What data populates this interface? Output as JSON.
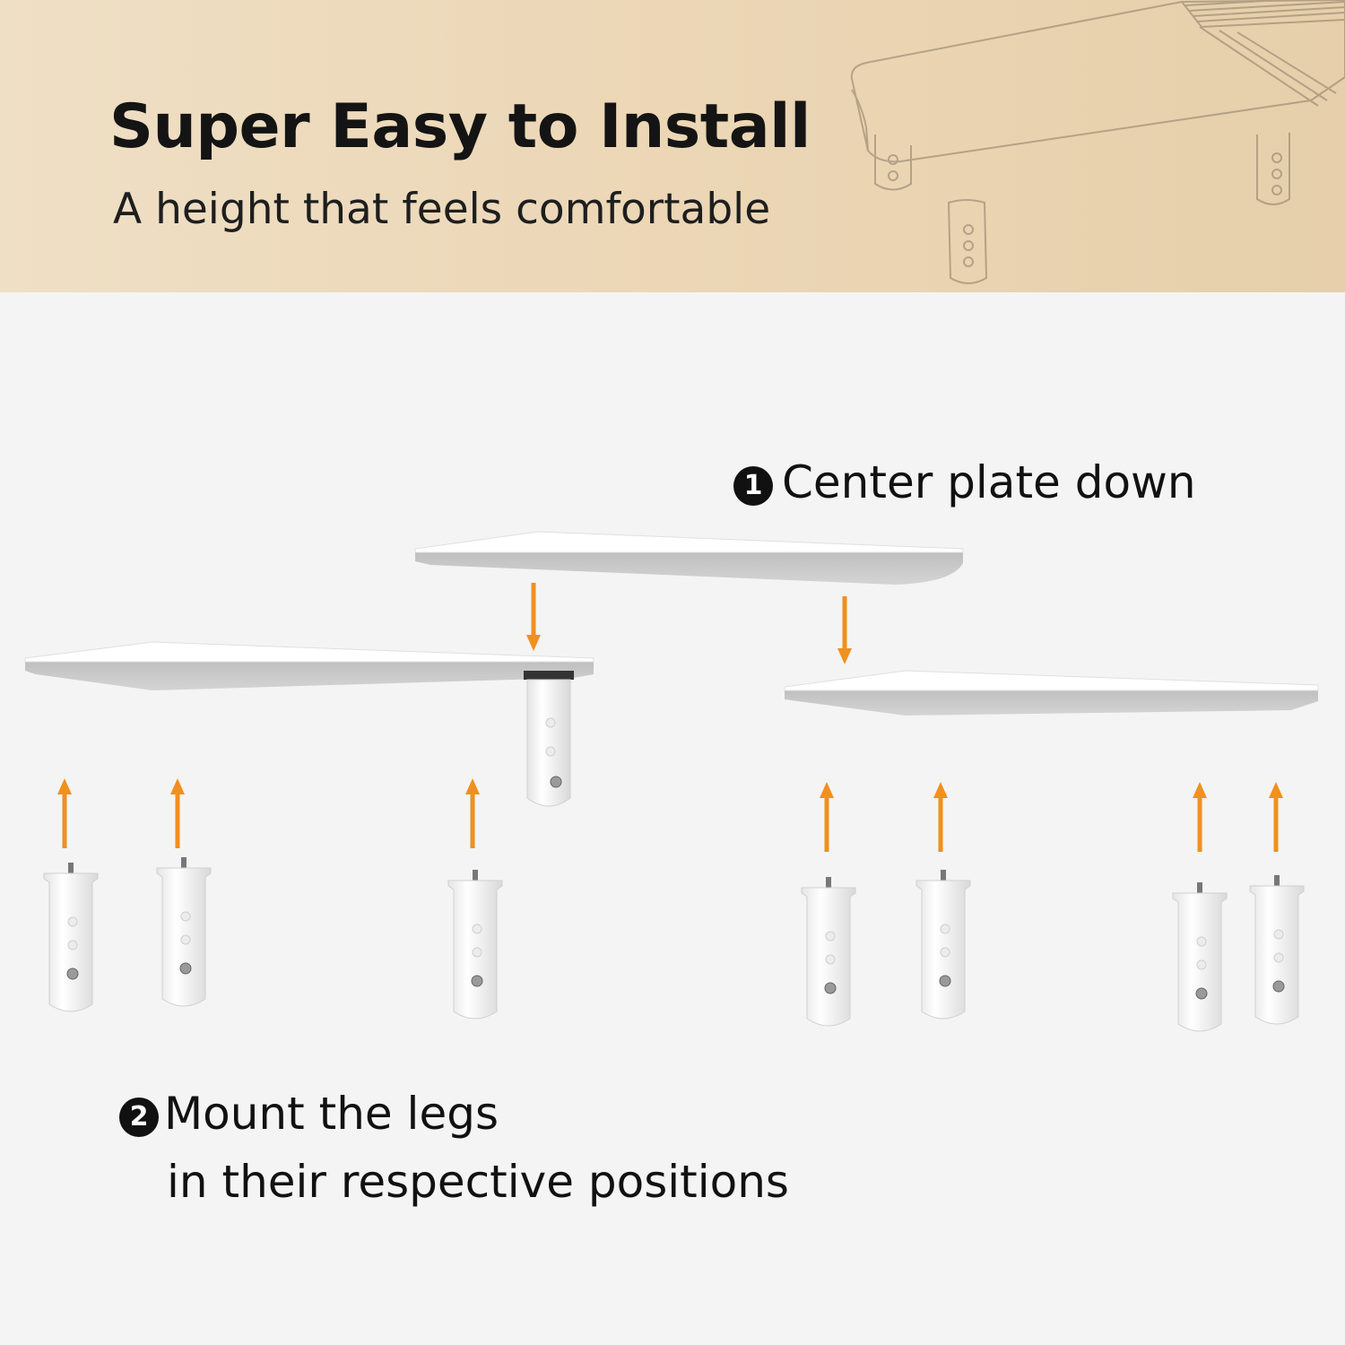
{
  "header": {
    "title": "Super Easy to Install",
    "subtitle": "A height that feels comfortable"
  },
  "steps": [
    {
      "badge": "1",
      "text": "Center plate down"
    },
    {
      "badge": "2",
      "text": "Mount the legs",
      "text_line2": "in their respective positions"
    }
  ],
  "colors": {
    "header_background": "#ecd7b7",
    "page_background": "#f4f4f4",
    "arrow": "#f0901e",
    "text": "#111111"
  }
}
